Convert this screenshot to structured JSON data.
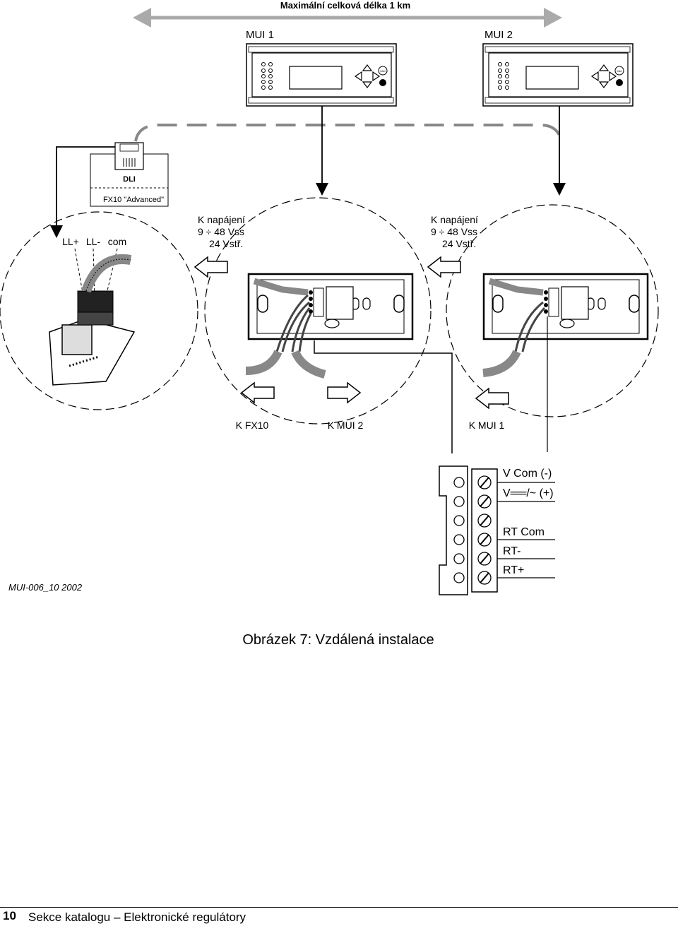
{
  "header": {
    "length_label": "Maximální celková délka 1 km"
  },
  "devices": {
    "mui1": {
      "label": "MUI 1"
    },
    "mui2": {
      "label": "MUI 2"
    },
    "mui_small": {
      "keypad_text": "MUI"
    }
  },
  "dli": {
    "label": "DLI",
    "board_label": "FX10 \"Advanced\""
  },
  "fx10_terminals": [
    "LL+",
    "LL-",
    "com"
  ],
  "power_1": {
    "line1": "K napájení",
    "line2": "9 ÷ 48 Vss",
    "line3": "24 Vstř."
  },
  "power_2": {
    "line1": "K napájení",
    "line2": "9 ÷ 48 Vss",
    "line3": "24 Vstř."
  },
  "bottom_labels": [
    "K FX10",
    "K MUI 2",
    "K MUI 1"
  ],
  "connector_pins": [
    "V Com (-)",
    "V══/~ (+)",
    "RT Com",
    "RT-",
    "RT+"
  ],
  "drawing_code": "MUI-006_10 2002",
  "caption": "Obrázek 7: Vzdálená instalace",
  "footer": {
    "page_number": "10",
    "text": "Sekce katalogu – Elektronické regulátory"
  }
}
